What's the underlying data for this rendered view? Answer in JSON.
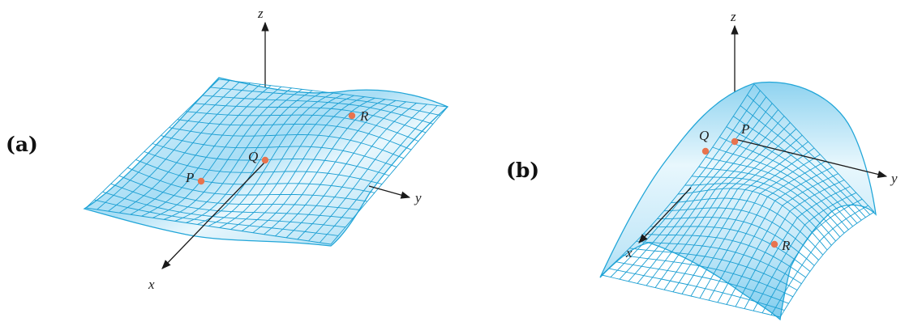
{
  "panels": [
    {
      "label": "(a)",
      "axes": {
        "x": "x",
        "y": "y",
        "z": "z"
      },
      "points": [
        {
          "name": "P",
          "color": "#e8734e"
        },
        {
          "name": "Q",
          "color": "#e8734e"
        },
        {
          "name": "R",
          "color": "#e8734e"
        }
      ]
    },
    {
      "label": "(b)",
      "axes": {
        "x": "x",
        "y": "y",
        "z": "z"
      },
      "points": [
        {
          "name": "P",
          "color": "#e8734e"
        },
        {
          "name": "Q",
          "color": "#e8734e"
        },
        {
          "name": "R",
          "color": "#e8734e"
        }
      ]
    }
  ],
  "colors": {
    "surface_light": "#e6f6fd",
    "surface_mid": "#bfe6f8",
    "surface_dark": "#7fcdee",
    "mesh": "#1b9fd3",
    "axis": "#1a1a1a",
    "point": "#e8734e"
  }
}
